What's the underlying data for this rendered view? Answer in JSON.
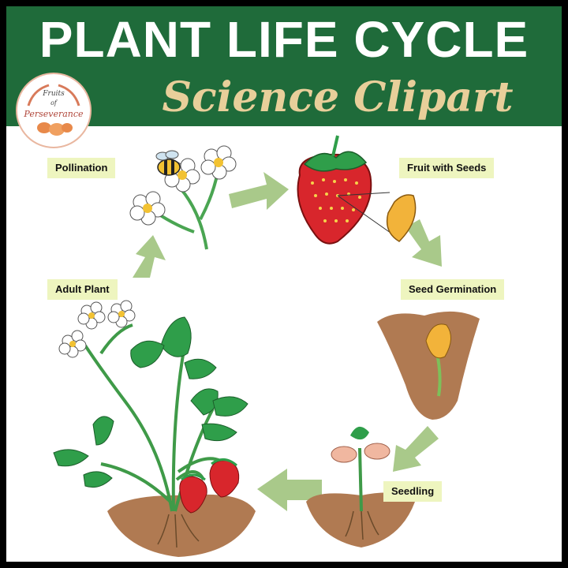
{
  "header": {
    "title": "PLANT LIFE CYCLE",
    "subtitle": "Science Clipart"
  },
  "logo": {
    "line1": "Fruits",
    "line2": "of",
    "line3": "Perseverance"
  },
  "stages": {
    "pollination": "Pollination",
    "fruit": "Fruit with Seeds",
    "germination": "Seed Germination",
    "seedling": "Seedling",
    "adult": "Adult Plant"
  },
  "colors": {
    "header_green": "#1f6b3a",
    "subtitle_tan": "#e8cf9a",
    "label_bg": "#eef5bf",
    "arrow_green": "#a9c98a",
    "leaf_green": "#2f9e4a",
    "strawberry_red": "#d8262c",
    "soil_brown": "#b07a52"
  }
}
